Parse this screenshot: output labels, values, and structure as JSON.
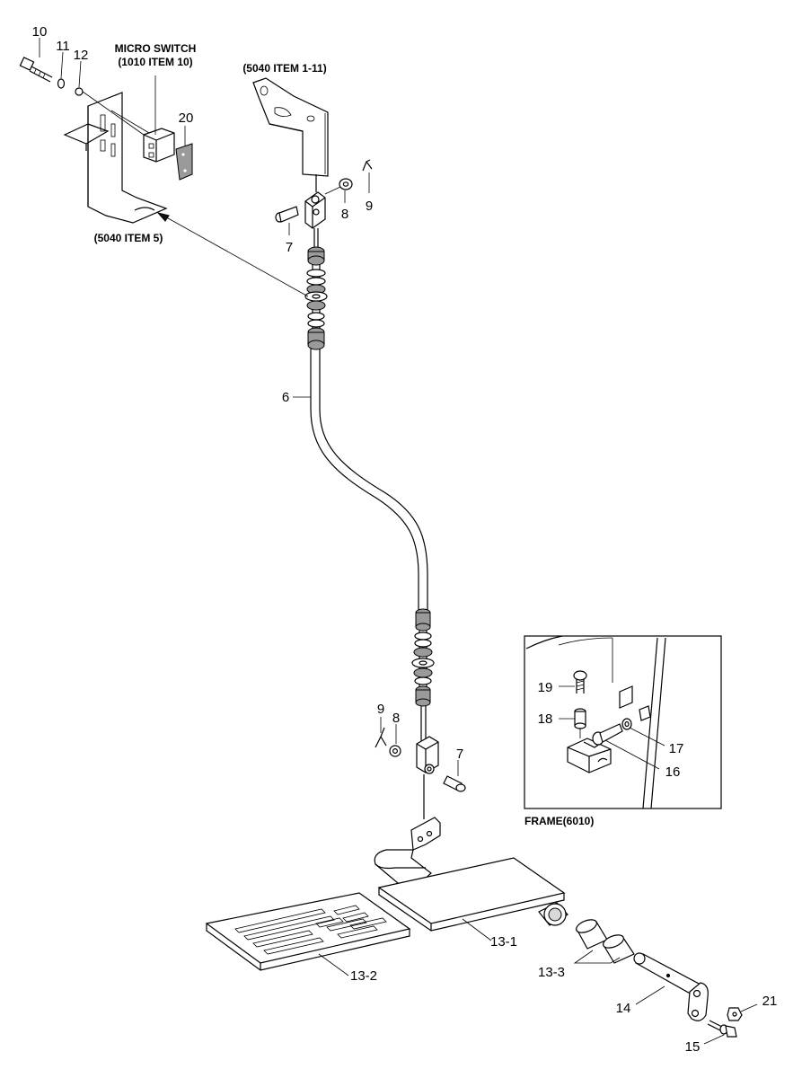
{
  "captions": {
    "micro_switch": "MICRO SWITCH",
    "micro_switch_ref": "(1010 ITEM 10)",
    "bracket_top_ref": "(5040 ITEM 1-11)",
    "bracket_left_ref": "(5040 ITEM 5)",
    "inset_frame": "FRAME(6010)"
  },
  "callouts": {
    "c10": "10",
    "c11": "11",
    "c12": "12",
    "c20": "20",
    "c8_top": "8",
    "c9_top": "9",
    "c7_top": "7",
    "c6": "6",
    "c9_mid": "9",
    "c8_mid": "8",
    "c7_mid": "7",
    "c13_1": "13-1",
    "c13_2": "13-2",
    "c13_3": "13-3",
    "c14": "14",
    "c15": "15",
    "c21": "21",
    "c16": "16",
    "c17": "17",
    "c18": "18",
    "c19": "19"
  }
}
